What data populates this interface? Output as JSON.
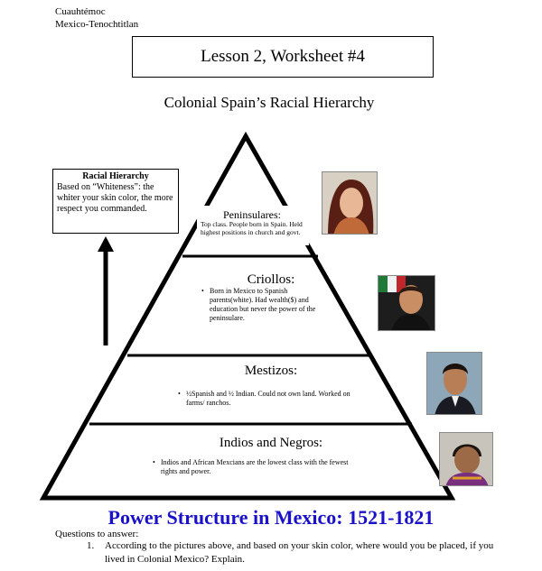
{
  "header": {
    "student_name": "Cuauhtémoc",
    "school": "Mexico-Tenochtitlan"
  },
  "lesson_title": "Lesson 2, Worksheet #4",
  "subtitle": "Colonial Spain’s Racial Hierarchy",
  "hierarchy_note": {
    "title": "Racial Hierarchy",
    "body": "Based on “Whiteness”: the whiter your skin color, the more respect you commanded."
  },
  "tiers": [
    {
      "title": "Peninsulares:",
      "text": "Top class. People born in Spain. Held highest positions in church and govt."
    },
    {
      "title": "Criollos:",
      "text": "Born in Mexico to Spanish parents(white). Had wealth($) and education but never the power of the peninsulare."
    },
    {
      "title": "Mestizos:",
      "text": "½Spanish and ½ Indian.   Could not own land. Worked on farms/ ranchos."
    },
    {
      "title": "Indios and Negros:",
      "text": "Indios and African Mexcians are the lowest class with the fewest rights and power."
    }
  ],
  "banner": "Power Structure in Mexico: 1521-1821",
  "questions": {
    "heading": "Questions to answer:",
    "items": [
      {
        "number": "1.",
        "text": "According to the pictures above, and based on your skin color, where would you be placed, if you lived in Colonial Mexico?  Explain."
      }
    ]
  },
  "colors": {
    "banner": "#1a12c8",
    "outline": "#000000"
  }
}
